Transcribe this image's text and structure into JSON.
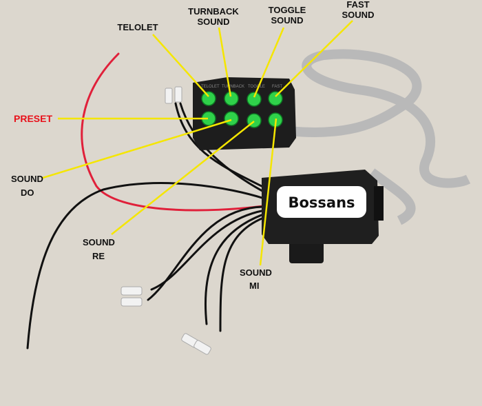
{
  "labels": {
    "telolet": "TELOLET",
    "turnback": [
      "TURNBACK",
      "SOUND"
    ],
    "toggle": [
      "TOGGLE",
      "SOUND"
    ],
    "fast": [
      "FAST",
      "SOUND"
    ],
    "preset": "PRESET",
    "sound_do": [
      "SOUND",
      "DO"
    ],
    "sound_re": [
      "SOUND",
      "RE"
    ],
    "sound_mi": [
      "SOUND",
      "MI"
    ]
  },
  "brand": "Bossans",
  "panel_print": [
    "TELOLET",
    "TURNBACK",
    "TOGGLE",
    "FAST"
  ],
  "colors": {
    "background": "#dcd7ce",
    "button": "#2fd14a",
    "callout": "#f5e600",
    "preset": "#e8101a",
    "wire_red": "#e0203a"
  }
}
